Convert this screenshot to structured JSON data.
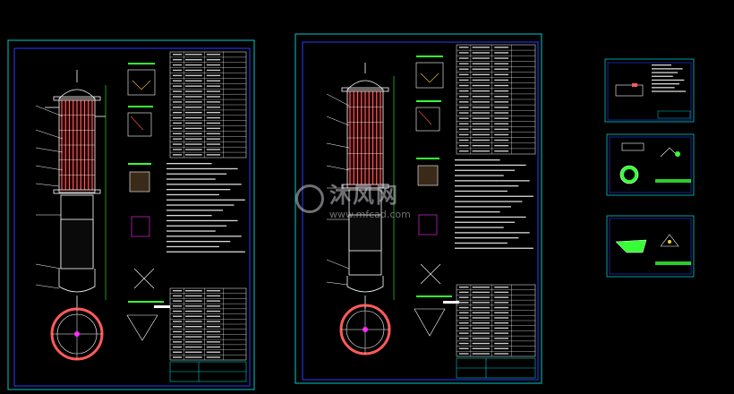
{
  "watermark": {
    "brand": "沐风网",
    "url": "www.mfcad.com"
  },
  "colors": {
    "background": "#000000",
    "sheet_border": "#00c8c8",
    "inner_border": "#2a3cff",
    "lines": "#ffffff",
    "vessel_hatch": "#ff5a5a",
    "accent_green": "#36ff36",
    "accent_magenta": "#ff2cff",
    "accent_yellow": "#ffd23a"
  },
  "sheets": [
    {
      "name": "drawing-sheet-1",
      "kind": "vessel"
    },
    {
      "name": "drawing-sheet-2",
      "kind": "vessel"
    },
    {
      "name": "detail-sheet-1",
      "kind": "detail"
    },
    {
      "name": "detail-sheet-2",
      "kind": "detail"
    },
    {
      "name": "detail-sheet-3",
      "kind": "detail"
    }
  ]
}
